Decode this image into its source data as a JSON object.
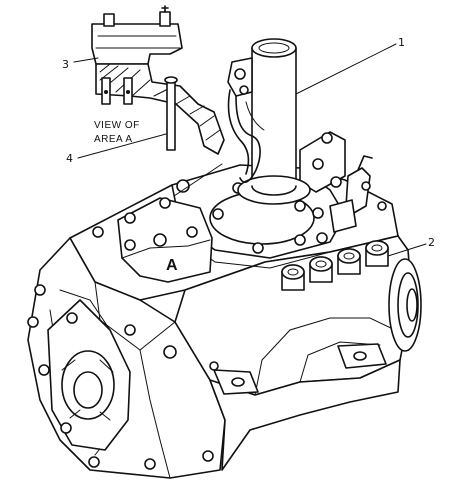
{
  "diagram": {
    "callouts": {
      "c1": "1",
      "c2": "2",
      "c3": "3",
      "c4": "4"
    },
    "view_caption": {
      "line1": "VIEW OF",
      "line2": "AREA  A"
    },
    "area_marker": "A"
  },
  "colors": {
    "ink": "#111111",
    "paper": "#ffffff"
  }
}
